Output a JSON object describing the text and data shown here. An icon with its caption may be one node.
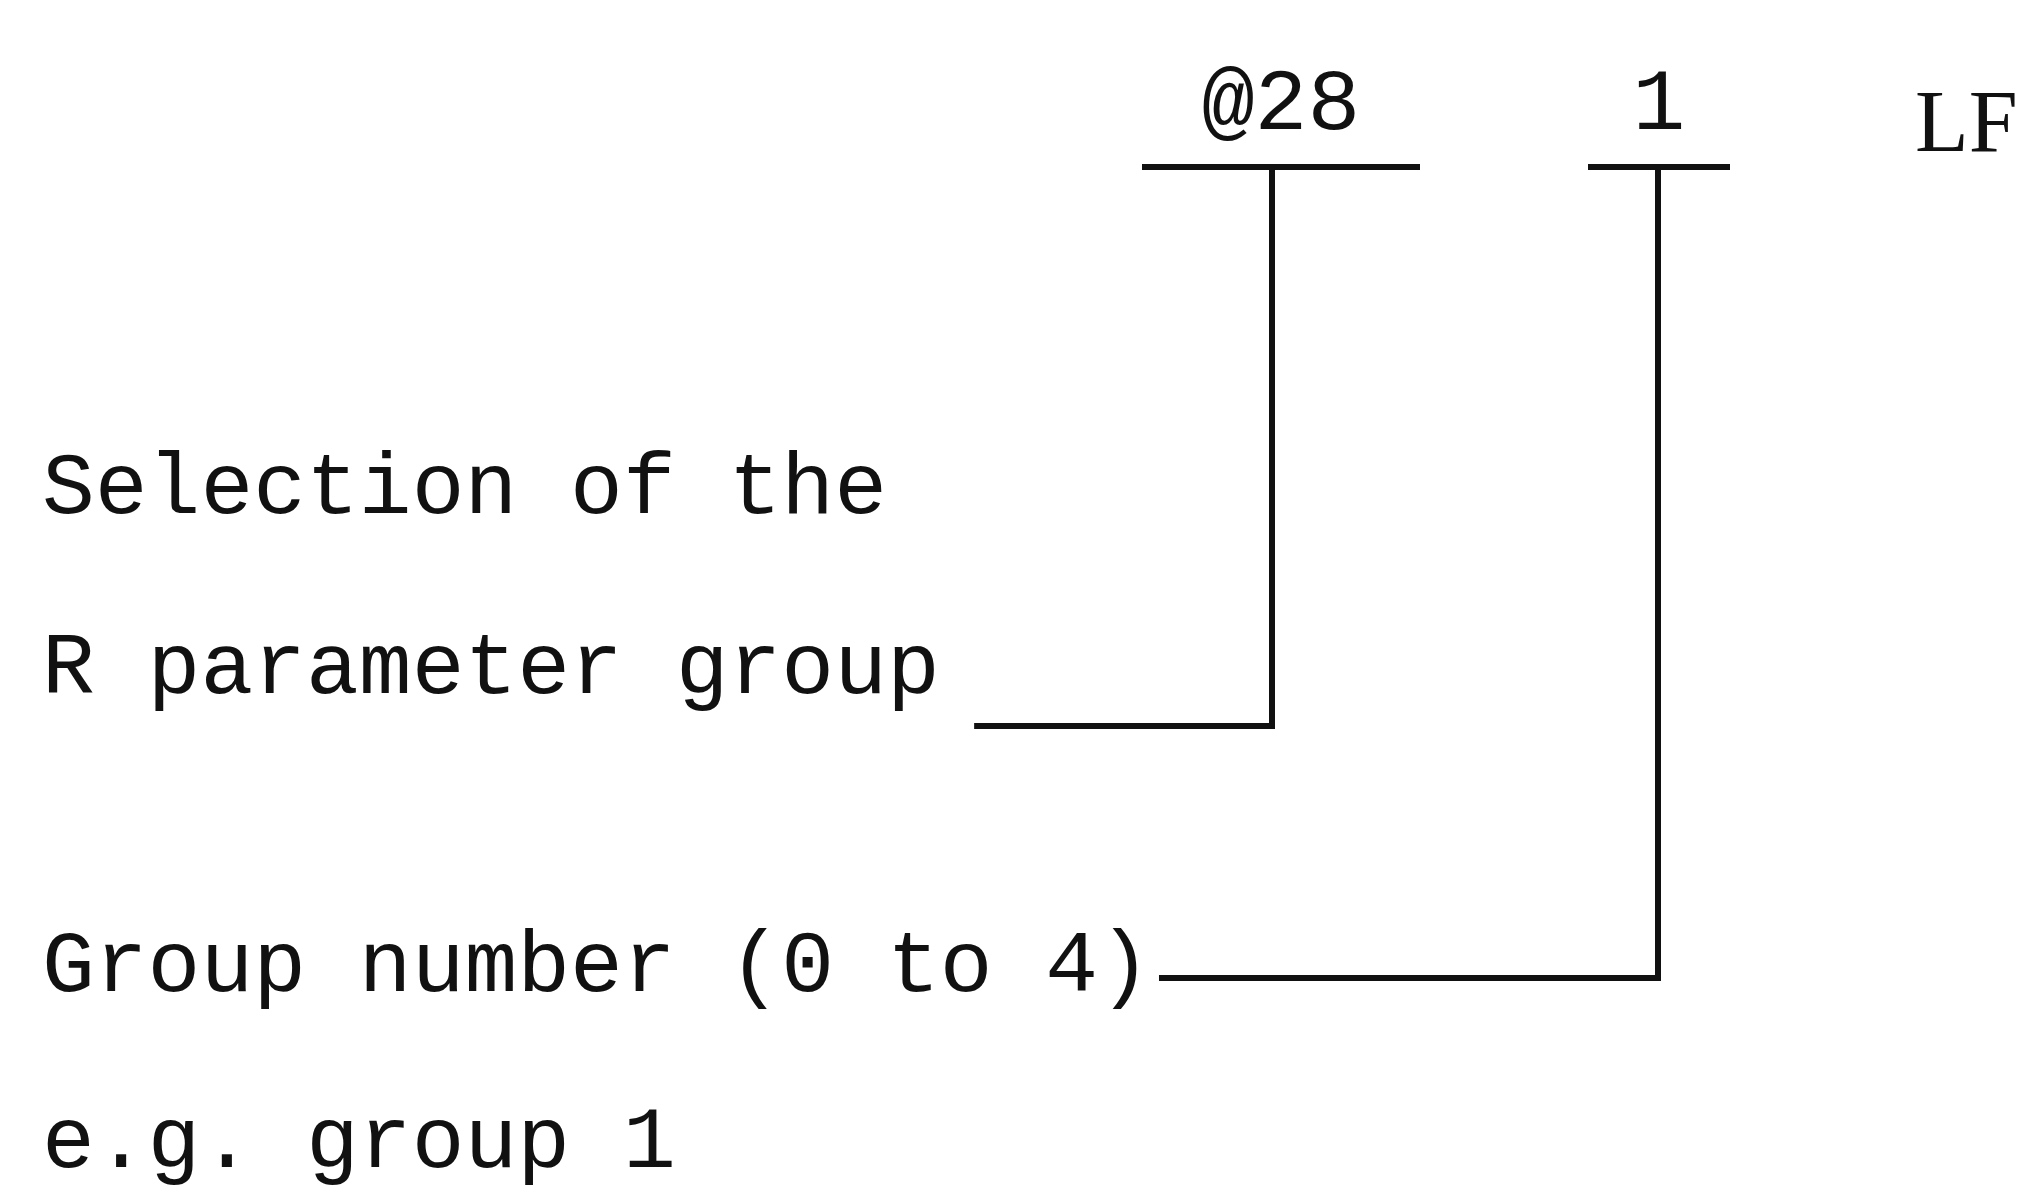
{
  "diagram": {
    "nodes": [
      {
        "text": [
          "@28"
        ]
      },
      {
        "text": [
          "1"
        ]
      },
      {
        "text": [
          "Selection of the R parameter group"
        ]
      },
      {
        "text": [
          "Group number (0 to 4)"
        ]
      }
    ],
    "edges": [
      {
        "from": 2,
        "to": 0,
        "arrow": "none"
      },
      {
        "from": 3,
        "to": 1,
        "arrow": "none"
      }
    ],
    "labels": [
      "LF",
      "e.g. group 1"
    ]
  }
}
